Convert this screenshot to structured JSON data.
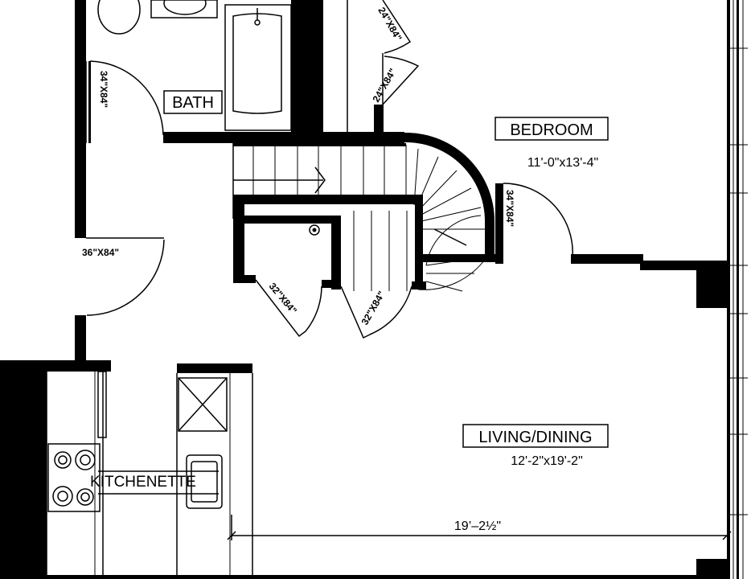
{
  "rooms": {
    "bath": {
      "label": "BATH"
    },
    "bedroom": {
      "label": "BEDROOM",
      "size": "11'-0\"x13'-4\""
    },
    "living_dining": {
      "label": "LIVING/DINING",
      "size": "12'-2\"x19'-2\""
    },
    "kitchenette": {
      "label": "KITCHENETTE"
    }
  },
  "doors": {
    "bath_door": "34\"X84\"",
    "closet_top_1": "24\"X84\"",
    "closet_top_2": "24\"X84\"",
    "entry_door": "36\"X84\"",
    "closet_door_1": "32\"X84\"",
    "closet_door_2": "32\"X84\"",
    "bedroom_door": "34\"X84\""
  },
  "dimensions": {
    "living_width": "19’–2½\""
  }
}
